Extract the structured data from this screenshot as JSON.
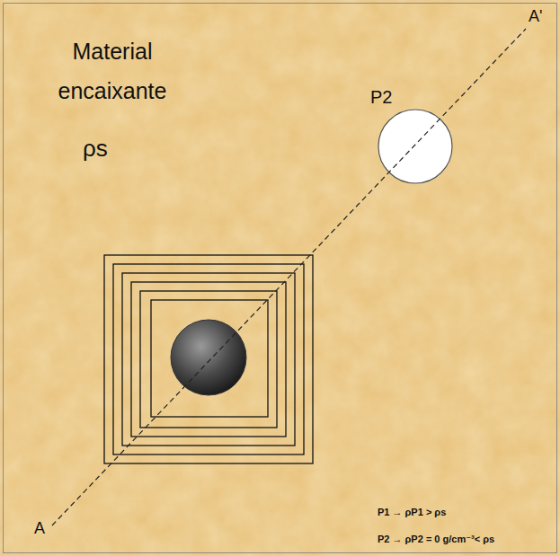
{
  "diagram": {
    "nodes": [
      {
        "text": [
          "P2"
        ]
      }
    ],
    "labels": [
      "Material encaixante",
      "ρs",
      "A",
      "A'",
      "P1 → ρP1 > ρs",
      "P2 → ρP2 = 0 g/cm⁻³< ρs"
    ]
  }
}
